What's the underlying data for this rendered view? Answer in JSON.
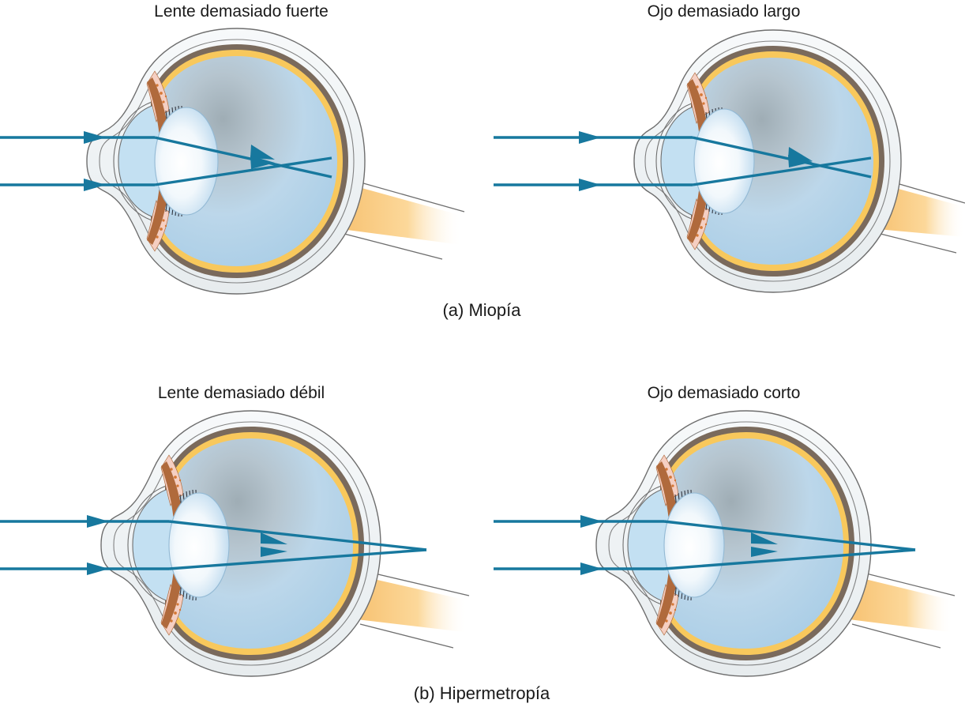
{
  "figure": {
    "title_a": "(a) Miopía",
    "title_b": "(b) Hipermetropía"
  },
  "panels": [
    {
      "id": "top-left",
      "caption": "Lente demasiado fuerte",
      "condition": "myopia",
      "cause": "lens-too-strong",
      "eye_shape": "normal",
      "focus": "in-front-of-retina",
      "ray_count": 2
    },
    {
      "id": "top-right",
      "caption": "Ojo demasiado largo",
      "condition": "myopia",
      "cause": "eye-too-long",
      "eye_shape": "elongated",
      "focus": "in-front-of-retina",
      "ray_count": 2
    },
    {
      "id": "bottom-left",
      "caption": "Lente demasiado débil",
      "condition": "hyperopia",
      "cause": "lens-too-weak",
      "eye_shape": "normal",
      "focus": "behind-retina",
      "ray_count": 2
    },
    {
      "id": "bottom-right",
      "caption": "Ojo demasiado corto",
      "condition": "hyperopia",
      "cause": "eye-too-short",
      "eye_shape": "shortened",
      "focus": "behind-retina",
      "ray_count": 2
    }
  ],
  "colors": {
    "ray": "#17789e",
    "ray_dark": "#14607f",
    "retina": "#f8c85c",
    "choroid": "#7a6a5c",
    "sclera": "#f2f4f5",
    "outline": "#6e6e6e",
    "vitreous_light": "#cfe4f3",
    "vitreous_mid": "#aacde6",
    "vitreous_shade": "#9aa7ae",
    "cornea_fill": "#c3e0f2",
    "lens_core": "#ffffff",
    "lens_edge": "#c4ddef",
    "iris": "#b06a3c",
    "ciliary": "#f5cfc2",
    "ciliary_speck": "#d4742f",
    "zonule": "#2b2f3a",
    "optic_nerve": "#f9cf85",
    "text": "#1a1a1a",
    "background": "#ffffff"
  },
  "anatomy_labels": {
    "cornea": "cornea",
    "lens": "lens",
    "iris": "iris",
    "ciliary_body": "ciliary-body",
    "zonules": "zonule-fibers",
    "retina": "retina",
    "choroid": "choroid",
    "sclera": "sclera",
    "vitreous": "vitreous-humor",
    "optic_nerve": "optic-nerve",
    "light_ray": "light-ray"
  },
  "chart_data": {
    "type": "diagram",
    "title": "Refractive errors of the eye",
    "subtitle_a": "(a) Miopía",
    "subtitle_b": "(b) Hipermetropía",
    "panels": [
      {
        "label": "Lente demasiado fuerte",
        "group": "a",
        "focal_plane": "anterior to retina",
        "eye_axial_length": "normal"
      },
      {
        "label": "Ojo demasiado largo",
        "group": "a",
        "focal_plane": "anterior to retina",
        "eye_axial_length": "long"
      },
      {
        "label": "Lente demasiado débil",
        "group": "b",
        "focal_plane": "posterior to retina",
        "eye_axial_length": "normal"
      },
      {
        "label": "Ojo demasiado corto",
        "group": "b",
        "focal_plane": "posterior to retina",
        "eye_axial_length": "short"
      }
    ],
    "legend": [],
    "annotations": [
      "parallel incoming light rays",
      "converging refracted rays",
      "arrowheads indicate direction of propagation"
    ]
  }
}
